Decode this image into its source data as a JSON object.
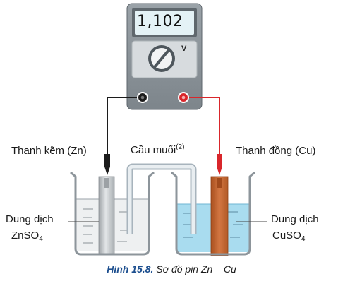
{
  "meter": {
    "reading": "1,102",
    "unit": "V"
  },
  "labels": {
    "zinc_rod": "Thanh kẽm (Zn)",
    "salt_bridge": "Cầu muối",
    "salt_bridge_ref": "(2)",
    "copper_rod": "Thanh đồng (Cu)",
    "left_solution_line1": "Dung dịch",
    "left_solution_formula": "ZnSO",
    "left_solution_subscript": "4",
    "right_solution_line1": "Dung dịch",
    "right_solution_formula": "CuSO",
    "right_solution_subscript": "4"
  },
  "caption": {
    "figure_number": "Hình 15.8.",
    "text": " Sơ đồ pin Zn – Cu"
  },
  "colors": {
    "meter_body": "#8a9299",
    "meter_panel": "#d7dbde",
    "lcd": "#e4f2f6",
    "black_wire": "#1c1c1c",
    "red_wire": "#d9262b",
    "zinc": "#b8bcbf",
    "copper": "#c8662f",
    "copper_solution": "#a9dcef",
    "zinc_solution": "#eef0f1",
    "salt_bridge": "#a8b4bd"
  },
  "icons": [
    "voltmeter-dial-icon",
    "black-terminal-icon",
    "red-terminal-icon",
    "black-probe-icon",
    "red-probe-icon"
  ]
}
